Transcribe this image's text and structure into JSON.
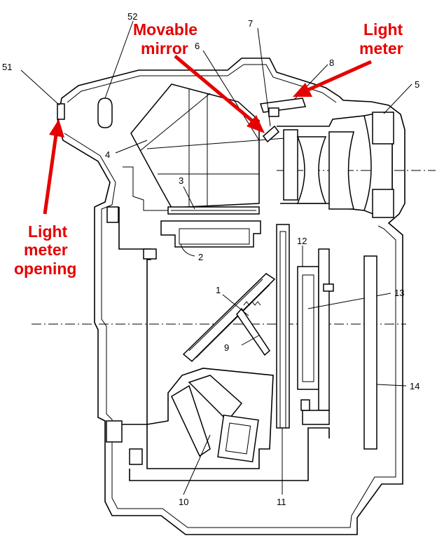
{
  "annotations": {
    "movable_mirror_line1": "Movable",
    "movable_mirror_line2": "mirror",
    "light_meter_line1": "Light",
    "light_meter_line2": "meter",
    "opening_line1": "Light",
    "opening_line2": "meter",
    "opening_line3": "opening"
  },
  "reference_numbers": {
    "n1": "1",
    "n2": "2",
    "n3": "3",
    "n4": "4",
    "n5": "5",
    "n6": "6",
    "n7": "7",
    "n8": "8",
    "n9": "9",
    "n10": "10",
    "n11": "11",
    "n12": "12",
    "n13": "13",
    "n14": "14",
    "n51": "51",
    "n52": "52"
  },
  "colors": {
    "annotation": "#e60000",
    "line": "#000000",
    "background": "#ffffff"
  }
}
